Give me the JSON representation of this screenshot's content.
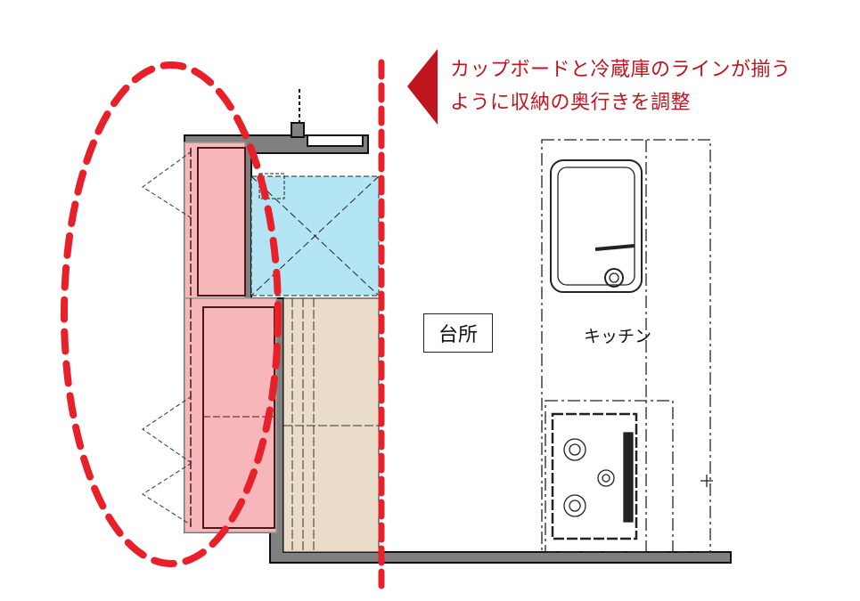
{
  "annotation": {
    "line1": "カップボードと冷蔵庫のラインが揃う",
    "line2": "ように収納の奥行きを調整"
  },
  "labels": {
    "room": "台所",
    "kitchen": "キッチン"
  },
  "colors": {
    "accent_red": "#e8202a",
    "text_red": "#c0141e",
    "cupboard_pink": "#f7b6ba",
    "fridge_blue": "#b3e5f5",
    "storage_beige": "#e9dcc8",
    "wall_gray": "#808080"
  }
}
